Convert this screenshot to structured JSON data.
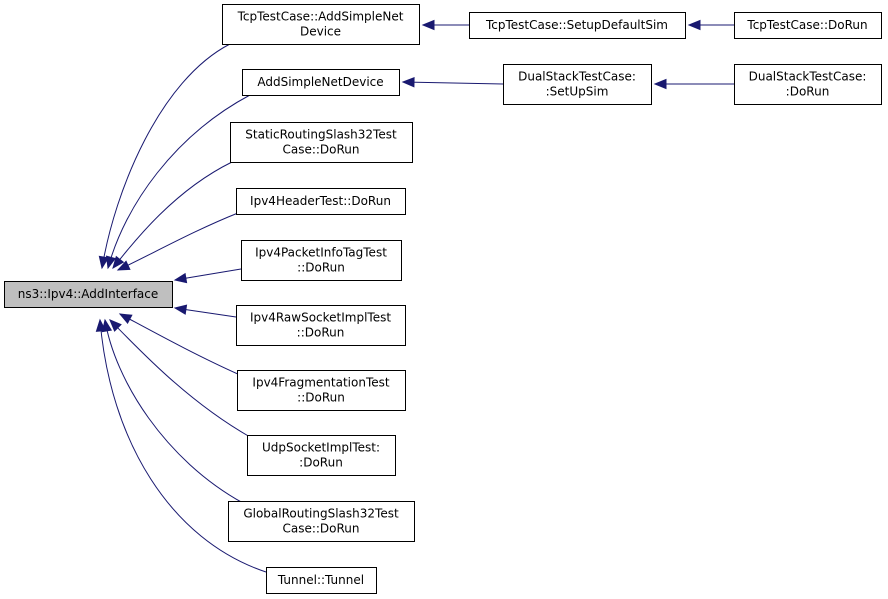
{
  "graph": {
    "nodes": [
      {
        "id": "root",
        "lines": [
          "ns3::Ipv4::AddInterface"
        ],
        "root": true
      },
      {
        "id": "tcp_add",
        "lines": [
          "TcpTestCase::AddSimpleNet",
          "Device"
        ]
      },
      {
        "id": "tcp_setup",
        "lines": [
          "TcpTestCase::SetupDefaultSim"
        ]
      },
      {
        "id": "tcp_dorun",
        "lines": [
          "TcpTestCase::DoRun"
        ]
      },
      {
        "id": "add_simple",
        "lines": [
          "AddSimpleNetDevice"
        ]
      },
      {
        "id": "ds_setup",
        "lines": [
          "DualStackTestCase:",
          ":SetUpSim"
        ]
      },
      {
        "id": "ds_dorun",
        "lines": [
          "DualStackTestCase:",
          ":DoRun"
        ]
      },
      {
        "id": "static_routing",
        "lines": [
          "StaticRoutingSlash32Test",
          "Case::DoRun"
        ]
      },
      {
        "id": "ipv4_header",
        "lines": [
          "Ipv4HeaderTest::DoRun"
        ]
      },
      {
        "id": "ipv4_packet",
        "lines": [
          "Ipv4PacketInfoTagTest",
          "::DoRun"
        ]
      },
      {
        "id": "ipv4_raw",
        "lines": [
          "Ipv4RawSocketImplTest",
          "::DoRun"
        ]
      },
      {
        "id": "ipv4_frag",
        "lines": [
          "Ipv4FragmentationTest",
          "::DoRun"
        ]
      },
      {
        "id": "udp_socket",
        "lines": [
          "UdpSocketImplTest:",
          ":DoRun"
        ]
      },
      {
        "id": "global_routing",
        "lines": [
          "GlobalRoutingSlash32Test",
          "Case::DoRun"
        ]
      },
      {
        "id": "tunnel",
        "lines": [
          "Tunnel::Tunnel"
        ]
      }
    ],
    "edges": [
      {
        "from": "tcp_add",
        "to": "root"
      },
      {
        "from": "add_simple",
        "to": "root"
      },
      {
        "from": "static_routing",
        "to": "root"
      },
      {
        "from": "ipv4_header",
        "to": "root"
      },
      {
        "from": "ipv4_packet",
        "to": "root"
      },
      {
        "from": "ipv4_raw",
        "to": "root"
      },
      {
        "from": "ipv4_frag",
        "to": "root"
      },
      {
        "from": "udp_socket",
        "to": "root"
      },
      {
        "from": "global_routing",
        "to": "root"
      },
      {
        "from": "tunnel",
        "to": "root"
      },
      {
        "from": "tcp_setup",
        "to": "tcp_add"
      },
      {
        "from": "tcp_dorun",
        "to": "tcp_setup"
      },
      {
        "from": "ds_setup",
        "to": "add_simple"
      },
      {
        "from": "ds_dorun",
        "to": "ds_setup"
      }
    ]
  }
}
